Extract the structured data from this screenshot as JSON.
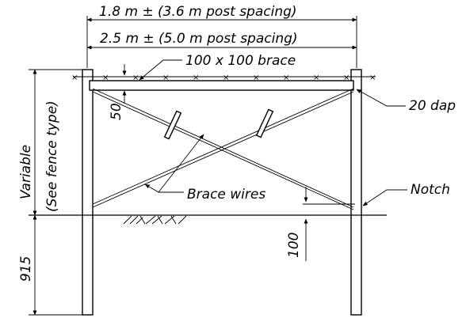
{
  "labels": {
    "dim_top_1": "1.8 m ± (3.6 m post spacing)",
    "dim_top_2": "2.5 m ± (5.0 m post spacing)",
    "brace": "100 x 100 brace",
    "dap": "20 dap",
    "notch": "Notch",
    "brace_wires": "Brace wires",
    "variable_1": "Variable",
    "variable_2": "(See fence type)",
    "dim_50": "50",
    "dim_100": "100",
    "dim_915": "915"
  },
  "colors": {
    "line": "#000000",
    "background": "#ffffff"
  }
}
